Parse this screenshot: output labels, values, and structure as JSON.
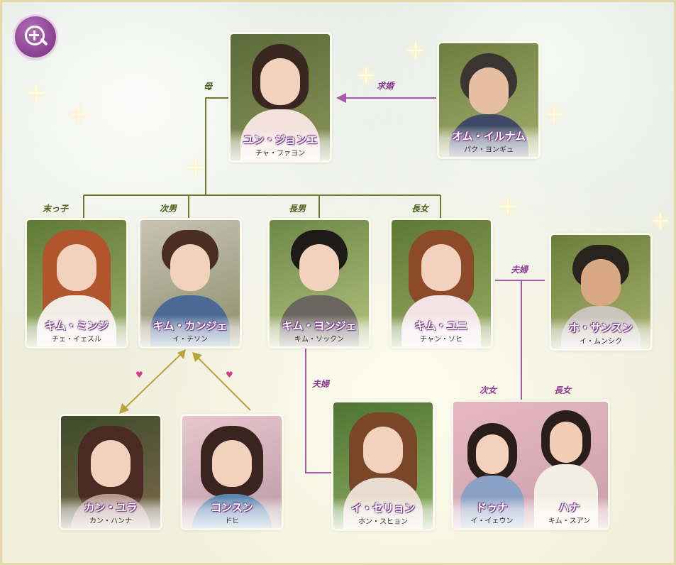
{
  "zoom_button": {
    "icon": "zoom-in-icon"
  },
  "people": {
    "yun_jeonge": {
      "role": "ユン・ジョンエ",
      "actor": "チャ・ファヨン"
    },
    "om_ilnam": {
      "role": "オム・イルナム",
      "actor": "パク・ヨンギュ"
    },
    "kim_minji": {
      "role": "キム・ミンジ",
      "actor": "チェ・イェスル"
    },
    "kim_kangje": {
      "role": "キム・カンジェ",
      "actor": "イ・テソン"
    },
    "kim_yeongje": {
      "role": "キム・ヨンジェ",
      "actor": "キム・ソックン"
    },
    "kim_yuni": {
      "role": "キム・ユニ",
      "actor": "チャン・ソヒ"
    },
    "ho_sansun": {
      "role": "ホ・サンスン",
      "actor": "イ・ムンシク"
    },
    "kang_yura": {
      "role": "カン・ユラ",
      "actor": "カン・ハンナ"
    },
    "kongsun": {
      "role": "コンスン",
      "actor": "ドヒ"
    },
    "i_seryeon": {
      "role": "イ・セリョン",
      "actor": "ホン・スヒョン"
    },
    "duna_hana": {
      "role_a": "ドゥナ",
      "actor_a": "イ・イェウン",
      "role_b": "ハナ",
      "actor_b": "キム・スアン"
    }
  },
  "relations": {
    "mother": "母",
    "proposal": "求婚",
    "youngest": "末っ子",
    "second_son": "次男",
    "eldest_son": "長男",
    "eldest_daughter": "長女",
    "couple_yuni": "夫婦",
    "couple_yeongje": "夫婦",
    "second_daughter": "次女",
    "eldest_daughter_2": "長女"
  },
  "colors": {
    "family_line": "#6f7a2a",
    "relation_line": "#a45aa8",
    "love_arrow": "#b8a23a",
    "heart": "#d63a8a",
    "name_outline": "#7c3d8a"
  }
}
